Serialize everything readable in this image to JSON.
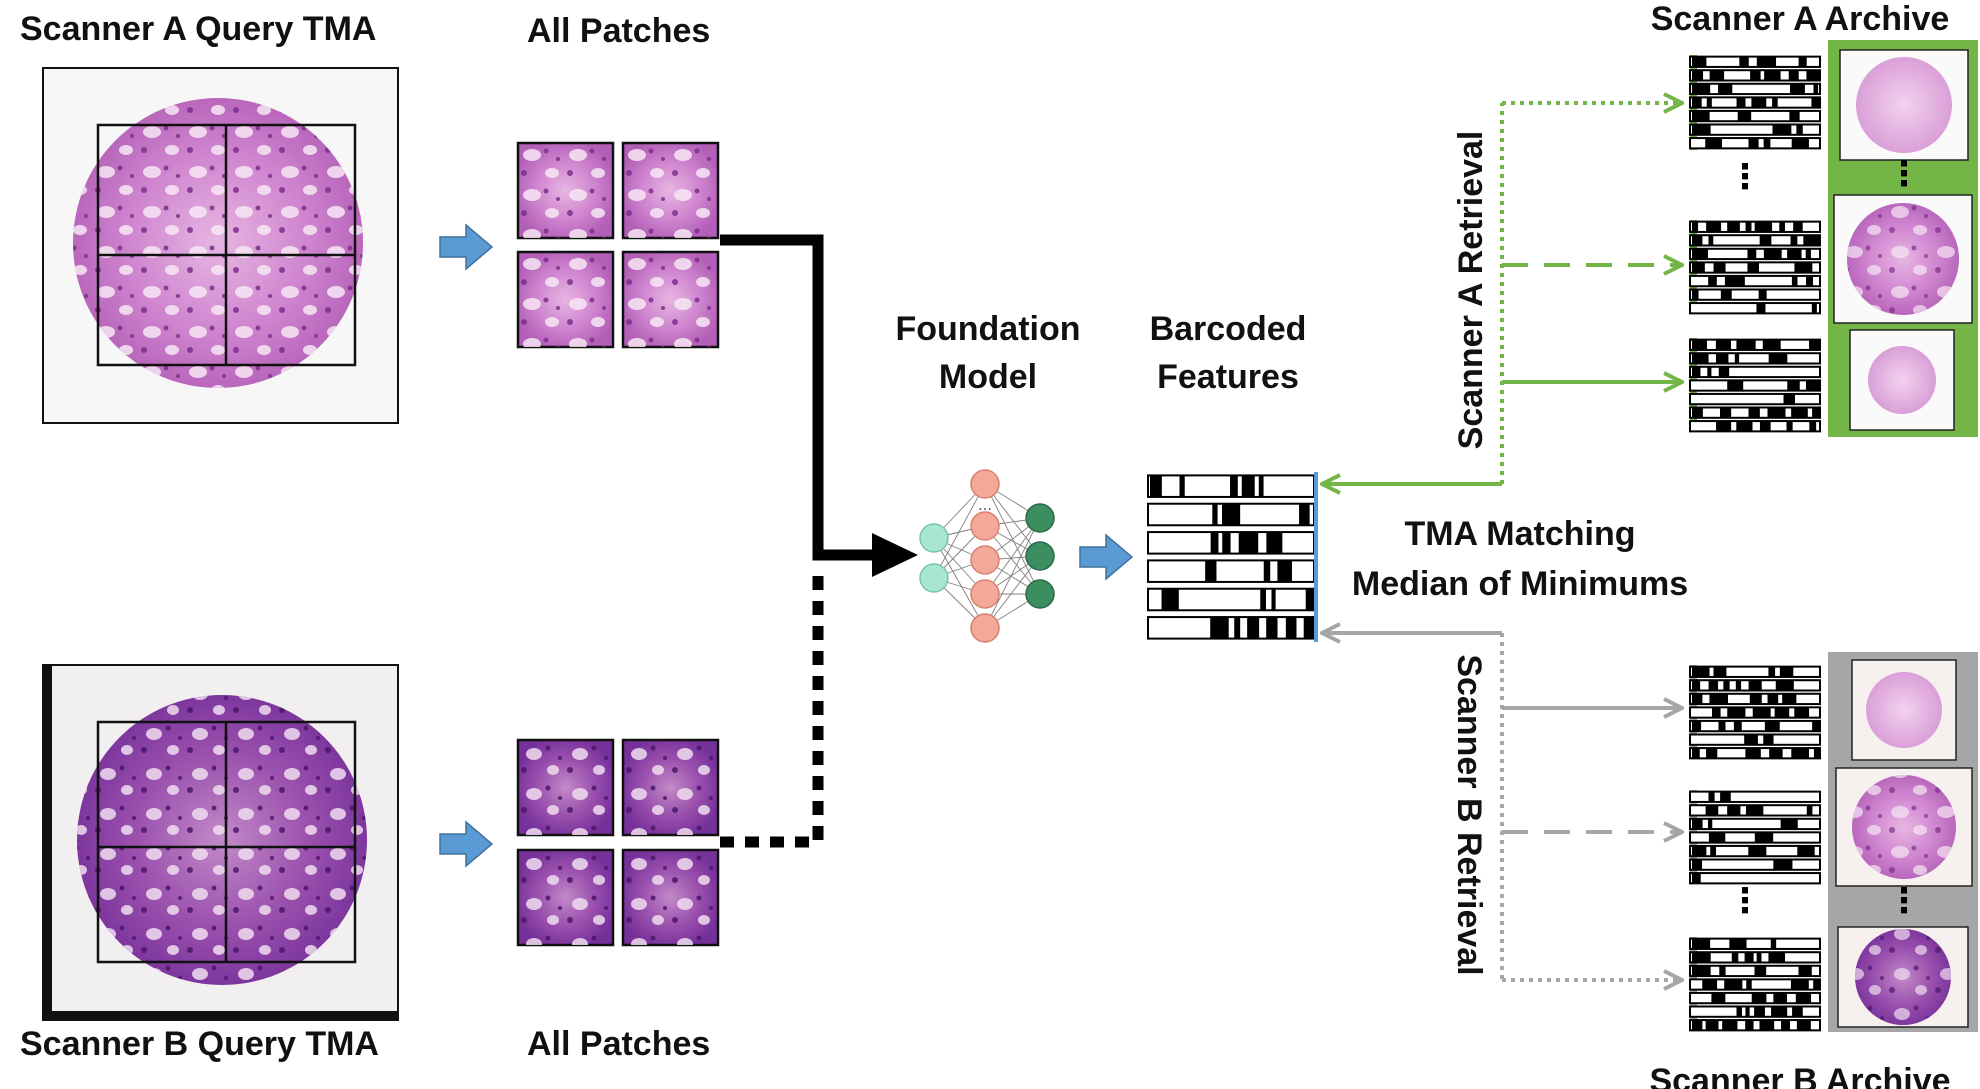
{
  "labels": {
    "scanner_a_query": "Scanner A Query TMA",
    "scanner_b_query": "Scanner B Query TMA",
    "all_patches_top": "All Patches",
    "all_patches_bottom": "All Patches",
    "foundation_line1": "Foundation",
    "foundation_line2": "Model",
    "barcoded_line1": "Barcoded",
    "barcoded_line2": "Features",
    "matching_line1": "TMA Matching",
    "matching_line2": "Median of Minimums",
    "scanner_a_retrieval": "Scanner A Retrieval",
    "scanner_b_retrieval": "Scanner B Retrieval",
    "scanner_a_archive": "Scanner A Archive",
    "scanner_b_archive": "Scanner B Archive",
    "ellipsis": "⋮"
  },
  "colors": {
    "scanner_a": "#74b548",
    "scanner_b": "#a6a6a6",
    "flow_arrow": "#5b9bd5",
    "input_nodes": "#a8e6cf",
    "hidden_nodes": "#f4a898",
    "output_nodes": "#3c8d5f",
    "tissue_a": "#c670c6",
    "tissue_b": "#8a3fa8"
  },
  "icons": {
    "flow_arrow": "block-arrow-right-icon",
    "network": "neural-network-icon",
    "barcode": "barcode-icon",
    "tissue": "tissue-core-icon"
  }
}
